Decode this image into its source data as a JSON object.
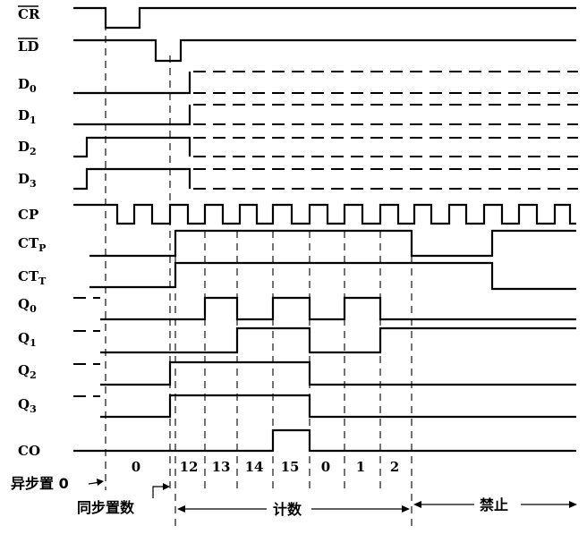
{
  "diagram": {
    "signals": {
      "cr": "CR",
      "ld": "LD",
      "d0": {
        "base": "D",
        "sub": "0"
      },
      "d1": {
        "base": "D",
        "sub": "1"
      },
      "d2": {
        "base": "D",
        "sub": "2"
      },
      "d3": {
        "base": "D",
        "sub": "3"
      },
      "cp": "CP",
      "ctp": {
        "base": "CT",
        "sub": "P"
      },
      "ctt": {
        "base": "CT",
        "sub": "T"
      },
      "q0": {
        "base": "Q",
        "sub": "0"
      },
      "q1": {
        "base": "Q",
        "sub": "1"
      },
      "q2": {
        "base": "Q",
        "sub": "2"
      },
      "q3": {
        "base": "Q",
        "sub": "3"
      },
      "co": "CO"
    },
    "counts": [
      "0",
      "12",
      "13",
      "14",
      "15",
      "0",
      "1",
      "2"
    ],
    "phases": {
      "async_reset": "异步置 0",
      "sync_load": "同步置数",
      "counting": "计数",
      "disabled": "禁止"
    }
  }
}
